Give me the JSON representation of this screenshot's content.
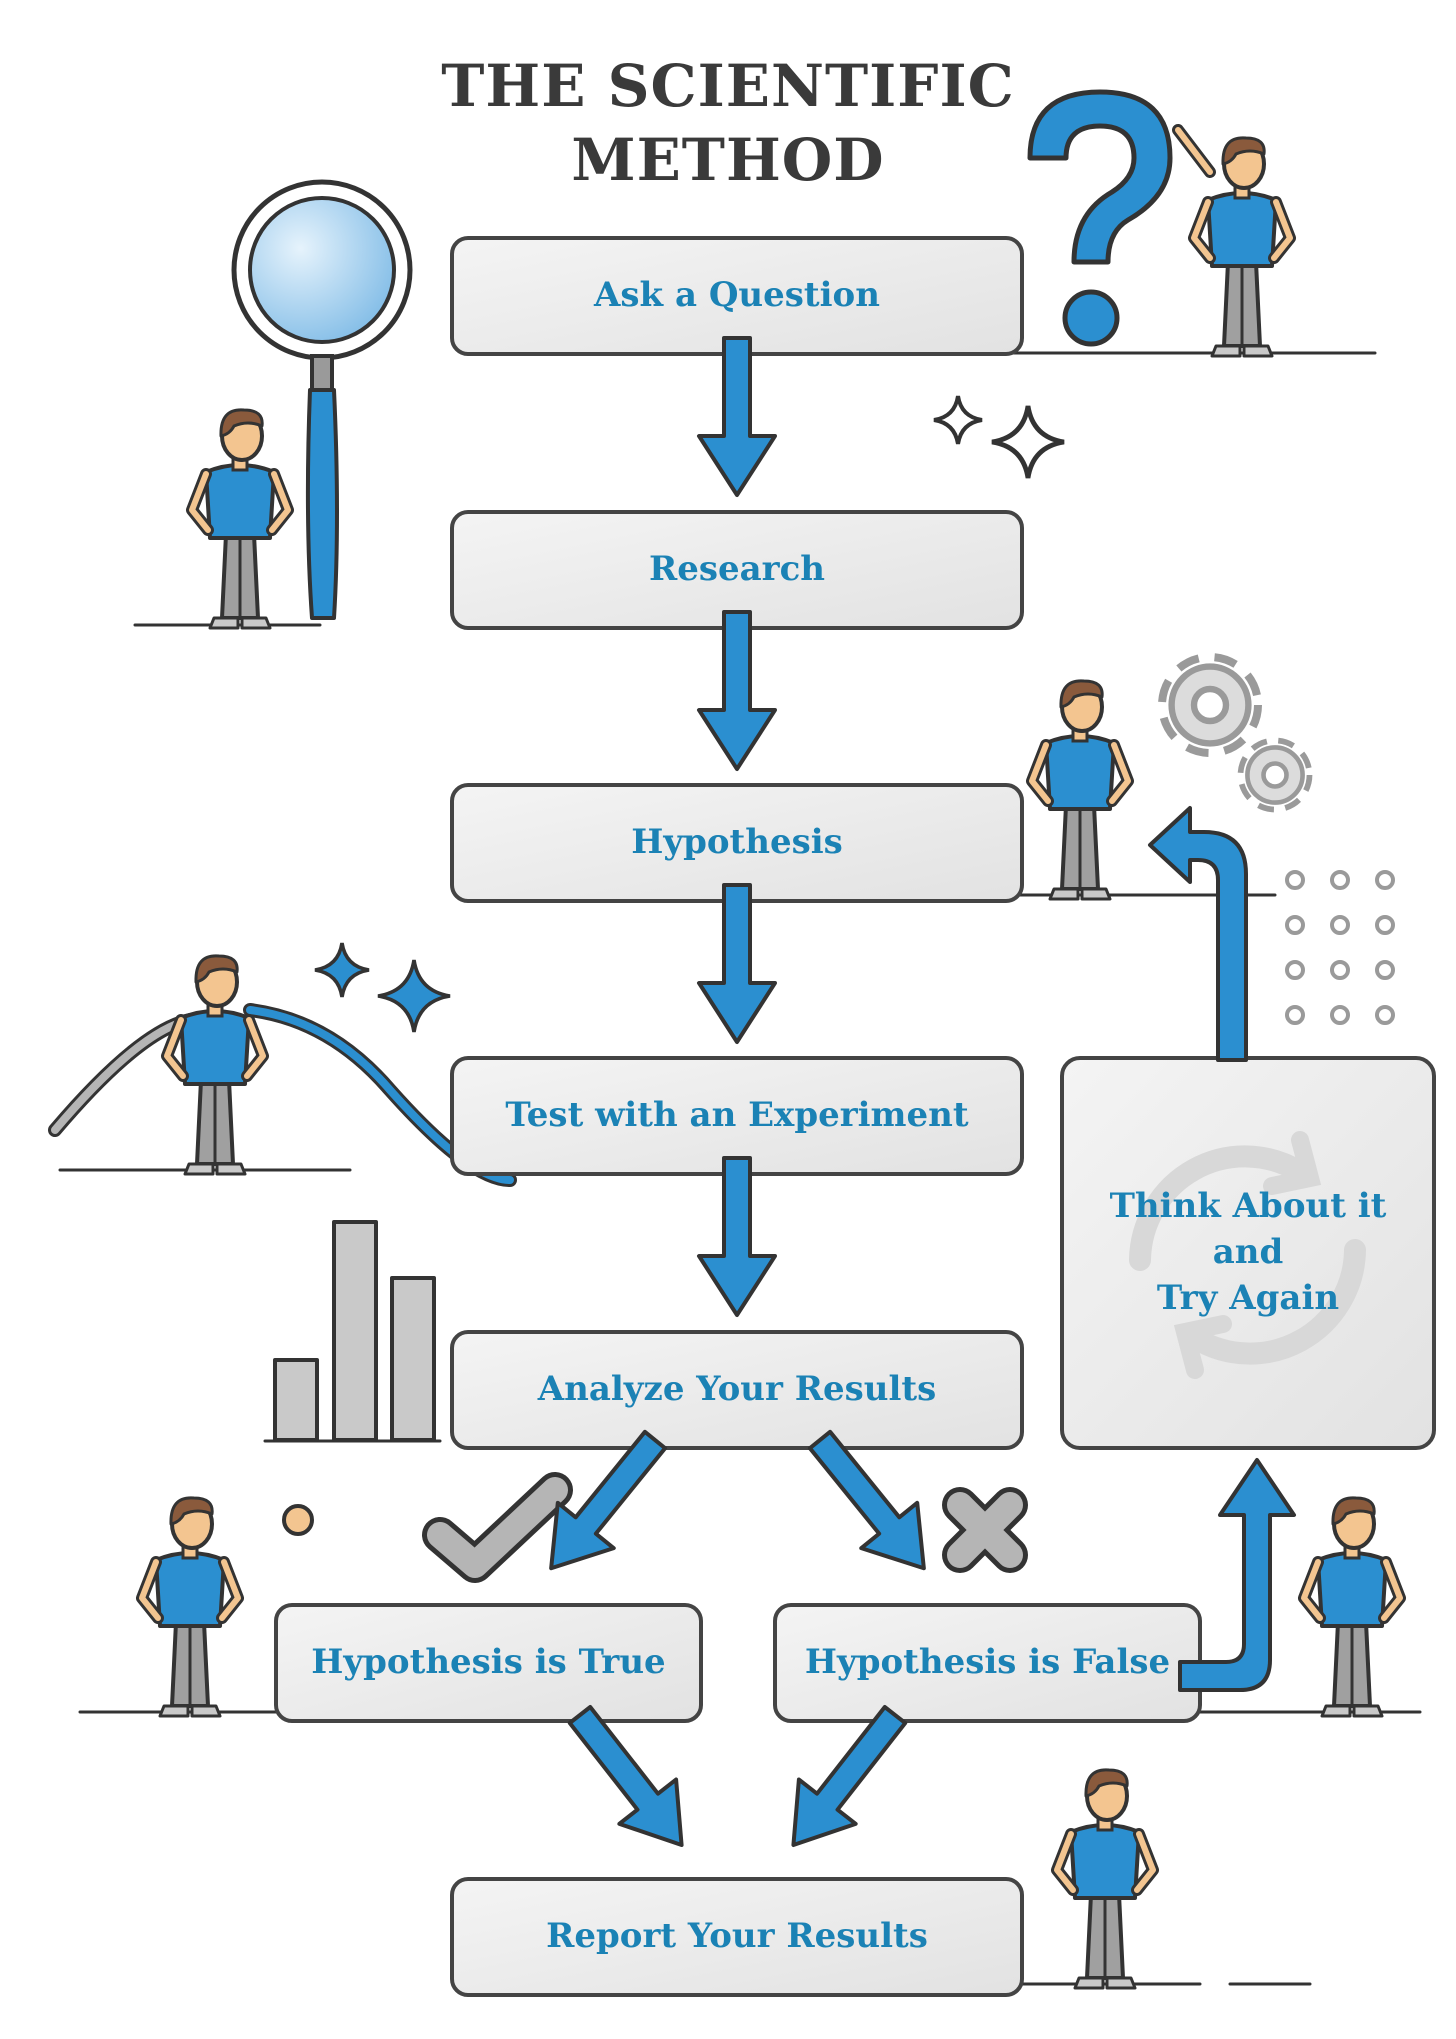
{
  "title": {
    "line1": "THE SCIENTIFIC",
    "line2": "METHOD"
  },
  "steps": {
    "ask": "Ask a Question",
    "research": "Research",
    "hypothesis": "Hypothesis",
    "test": "Test with an Experiment",
    "analyze": "Analyze Your Results",
    "true": "Hypothesis is True",
    "false": "Hypothesis is False",
    "report": "Report Your Results",
    "retry": {
      "line1": "Think About it",
      "line2": "and",
      "line3": "Try Again"
    }
  },
  "colors": {
    "accent": "#2b8fd0",
    "label": "#1b82b5",
    "title": "#3a3a3a",
    "outline": "#333333",
    "box_fill": "#ececec",
    "gray": "#b5b5b5",
    "skin": "#f3c590",
    "hair": "#8a5a3c"
  },
  "icons": [
    "magnifying-glass-icon",
    "question-mark-icon",
    "sparkle-icon",
    "gears-icon",
    "dot-grid-icon",
    "bar-chart-icon",
    "checkmark-icon",
    "cross-icon",
    "cycle-icon"
  ]
}
